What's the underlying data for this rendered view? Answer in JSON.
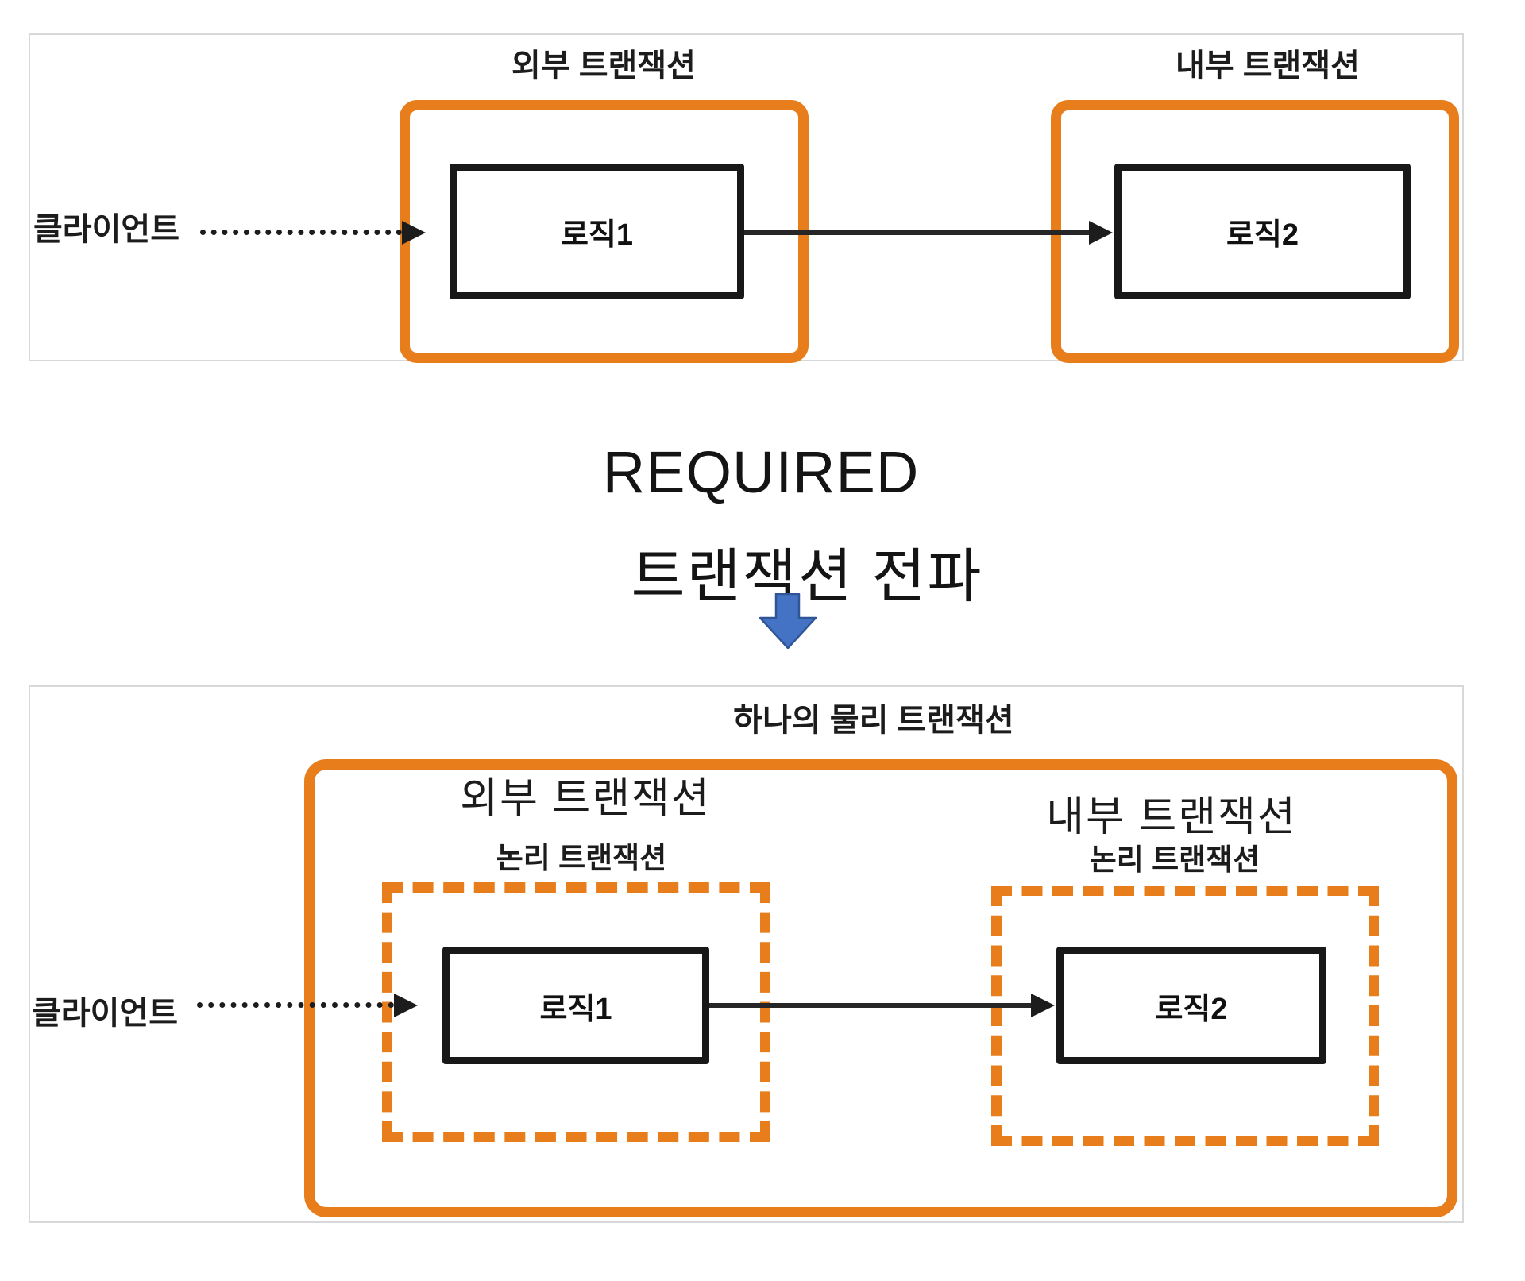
{
  "colors": {
    "transaction_orange": "#e87d1c",
    "panel_border_gray": "#d8d8d8",
    "line_black": "#1c1c1c",
    "down_arrow_fill": "#4472c4",
    "down_arrow_stroke": "#2f5597"
  },
  "top_panel": {
    "outer_tx_label": "외부 트랜잭션",
    "inner_tx_label": "내부 트랜잭션",
    "client_label": "클라이언트",
    "logic1_label": "로직1",
    "logic2_label": "로직2"
  },
  "middle": {
    "line1": "REQUIRED",
    "line2": "트랜잭션 전파"
  },
  "bottom_panel": {
    "title": "하나의 물리 트랜잭션",
    "outer_tx_label": "외부 트랜잭션",
    "outer_logical_label": "논리 트랜잭션",
    "inner_tx_label": "내부 트랜잭션",
    "inner_logical_label": "논리 트랜잭션",
    "client_label": "클라이언트",
    "logic1_label": "로직1",
    "logic2_label": "로직2"
  }
}
